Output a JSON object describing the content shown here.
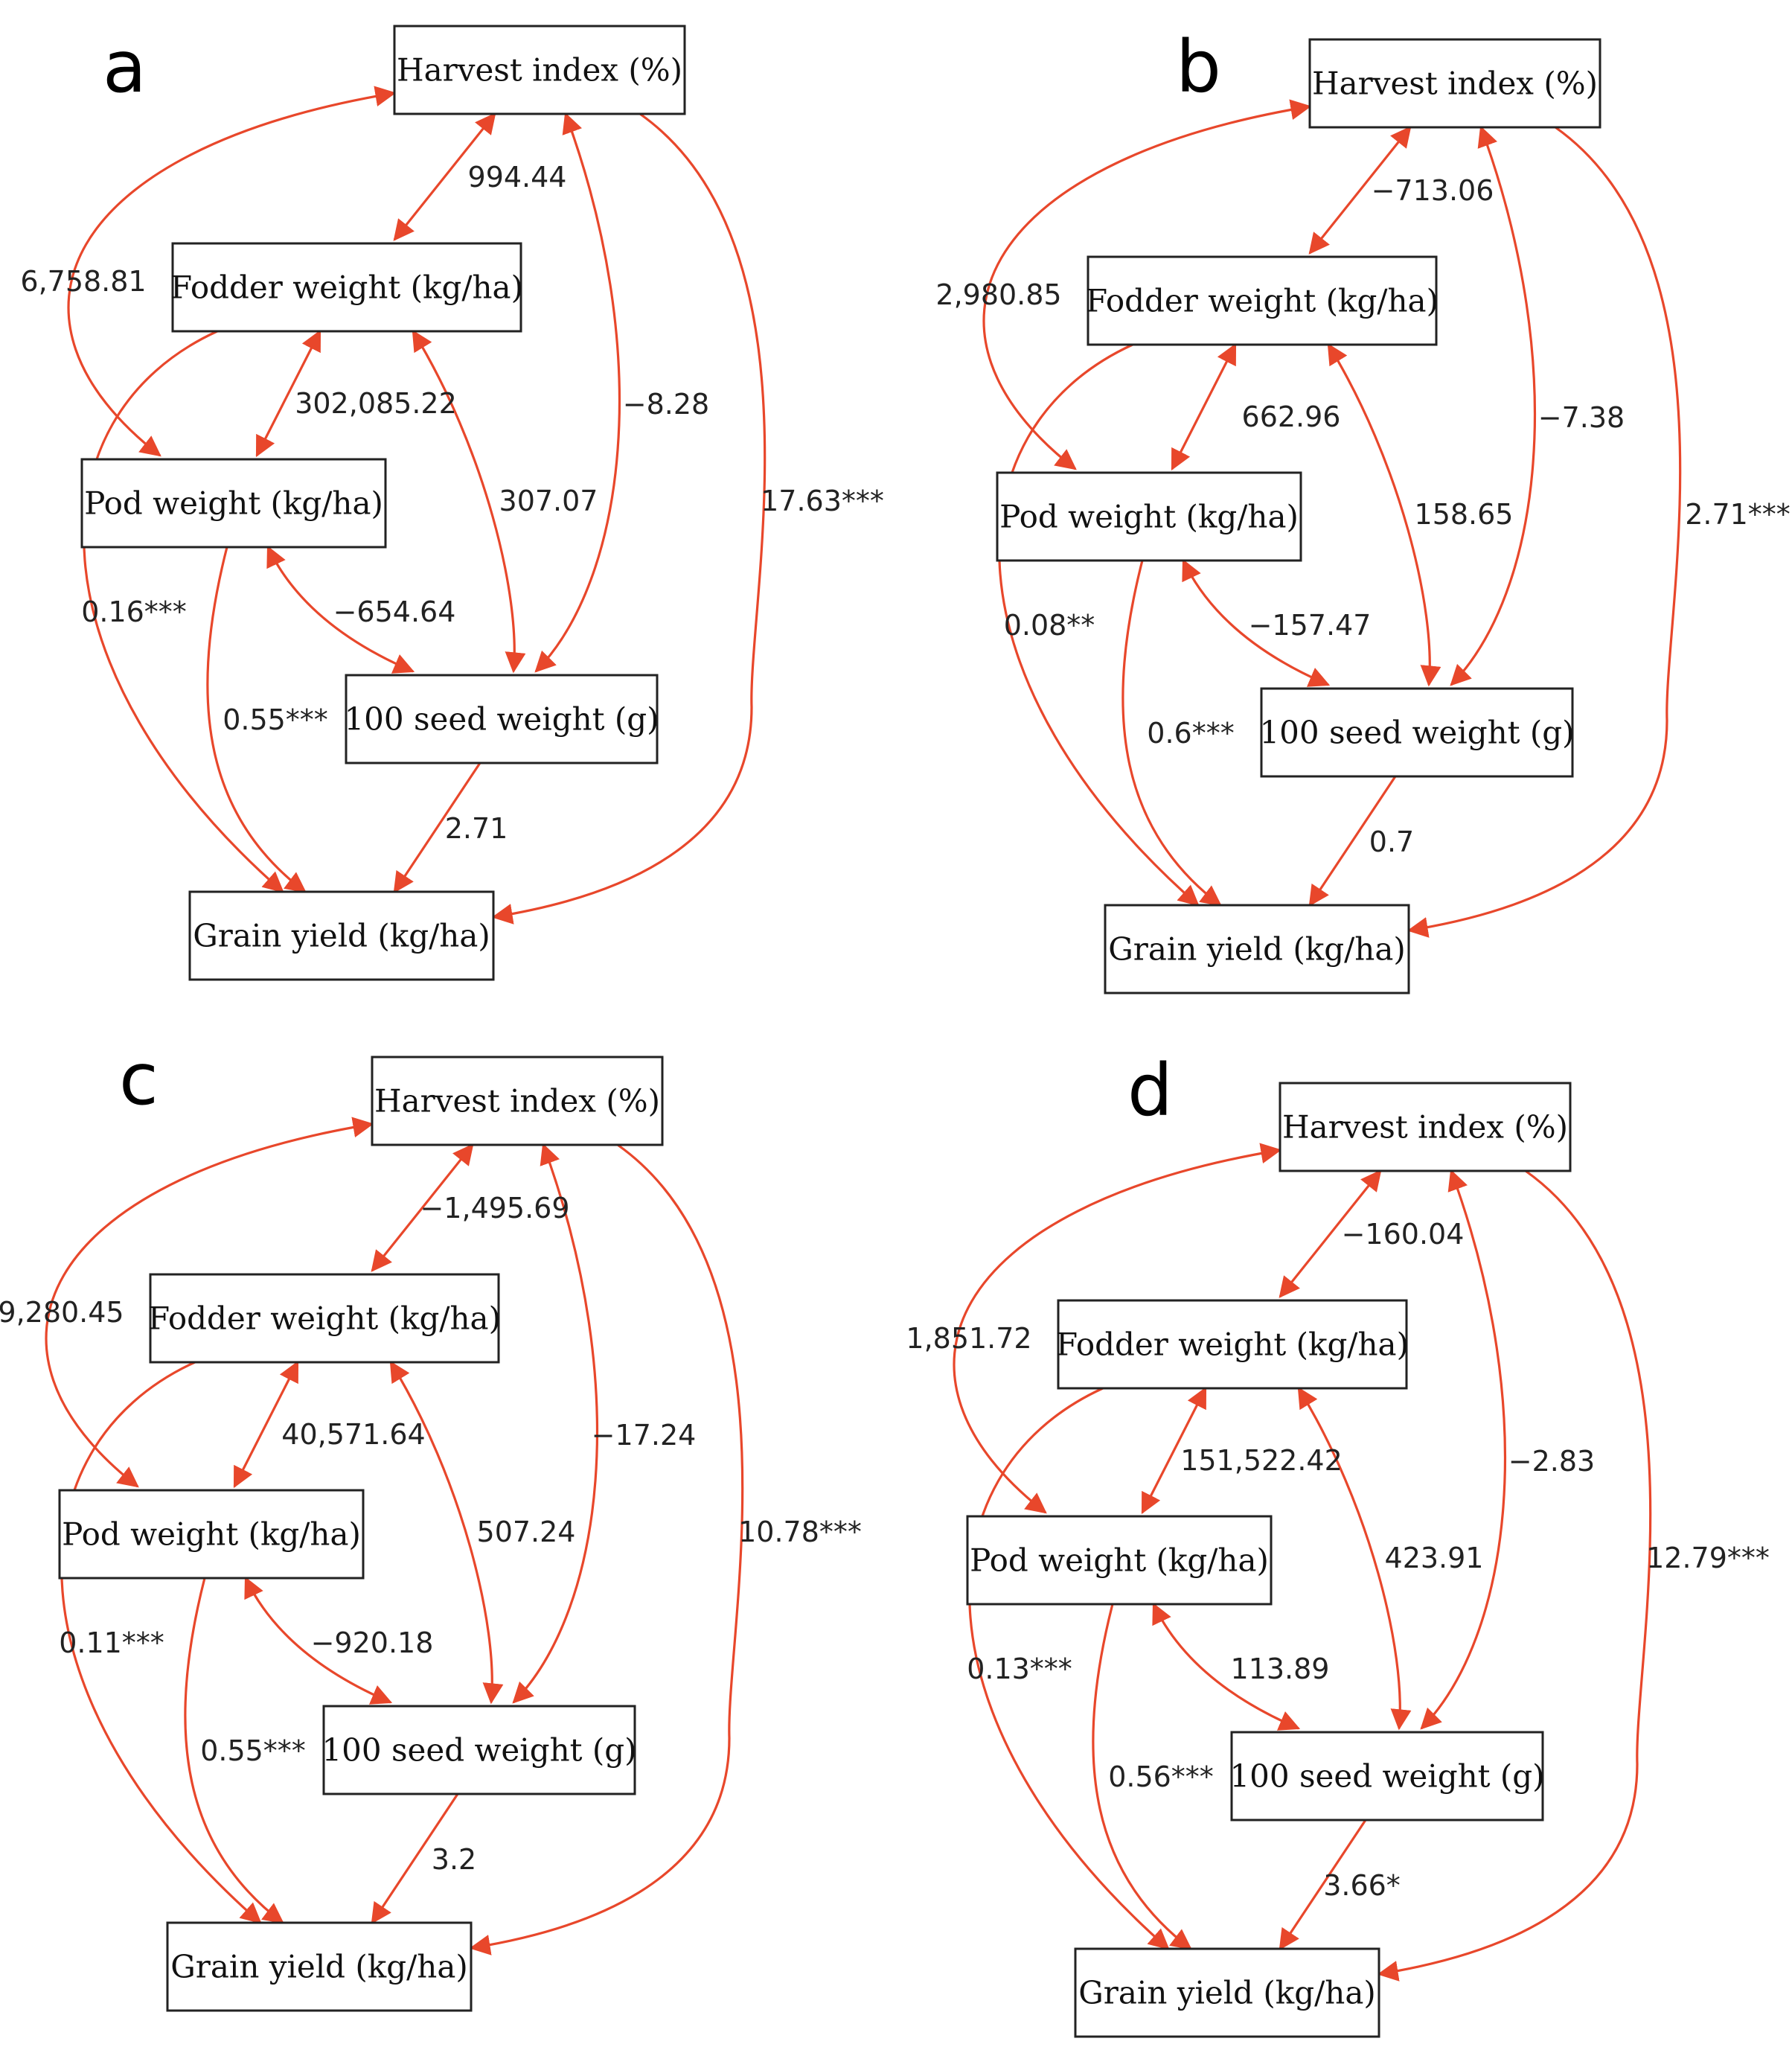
{
  "colors": {
    "edge": "#e8472b",
    "box_stroke": "#222222",
    "text": "#111111"
  },
  "node_labels": {
    "hi": "Harvest index (%)",
    "fw": "Fodder weight (kg/ha)",
    "pw": "Pod weight (kg/ha)",
    "sw": "100 seed weight (g)",
    "gy": "Grain yield (kg/ha)"
  },
  "panels": [
    {
      "letter": "a",
      "edges": {
        "hi_fw": "994.44",
        "hi_pw": "6,758.81",
        "hi_sw": "−8.28",
        "hi_gy": "17.63***",
        "fw_pw": "302,085.22",
        "fw_sw": "307.07",
        "fw_gy": "0.16***",
        "pw_sw": "−654.64",
        "pw_gy": "0.55***",
        "sw_gy": "2.71"
      }
    },
    {
      "letter": "b",
      "edges": {
        "hi_fw": "−713.06",
        "hi_pw": "2,980.85",
        "hi_sw": "−7.38",
        "hi_gy": "2.71***",
        "fw_pw": "662.96",
        "fw_sw": "158.65",
        "fw_gy": "0.08**",
        "pw_sw": "−157.47",
        "pw_gy": "0.6***",
        "sw_gy": "0.7"
      }
    },
    {
      "letter": "c",
      "edges": {
        "hi_fw": "−1,495.69",
        "hi_pw": "9,280.45",
        "hi_sw": "−17.24",
        "hi_gy": "10.78***",
        "fw_pw": "40,571.64",
        "fw_sw": "507.24",
        "fw_gy": "0.11***",
        "pw_sw": "−920.18",
        "pw_gy": "0.55***",
        "sw_gy": "3.2"
      }
    },
    {
      "letter": "d",
      "edges": {
        "hi_fw": "−160.04",
        "hi_pw": "1,851.72",
        "hi_sw": "−2.83",
        "hi_gy": "12.79***",
        "fw_pw": "151,522.42",
        "fw_sw": "423.91",
        "fw_gy": "0.13***",
        "pw_sw": "113.89",
        "pw_gy": "0.56***",
        "sw_gy": "3.66*"
      }
    }
  ]
}
